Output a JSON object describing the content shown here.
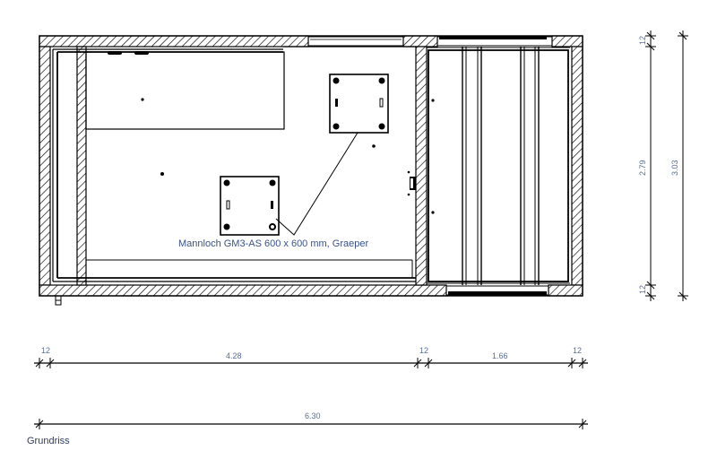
{
  "drawing": {
    "title": "Grundriss",
    "annotation": "Mannloch GM3-AS 600 x 600 mm, Graeper",
    "colors": {
      "line": "#000000",
      "dimension_text": "#5a6f96",
      "annotation_text": "#3b5287",
      "background": "#ffffff"
    }
  },
  "dimensions": {
    "horizontal_segments": {
      "wall_left": "12",
      "room_left": "4.28",
      "wall_middle": "12",
      "room_right": "1.66",
      "wall_right": "12"
    },
    "horizontal_total": "6.30",
    "vertical_segments": {
      "wall_top": "12",
      "room": "2.79",
      "wall_bottom": "12"
    },
    "vertical_total": "3.03"
  },
  "manholes": [
    {
      "label": "manhole-top",
      "size": "600 x 600 mm"
    },
    {
      "label": "manhole-bottom",
      "size": "600 x 600 mm"
    }
  ]
}
